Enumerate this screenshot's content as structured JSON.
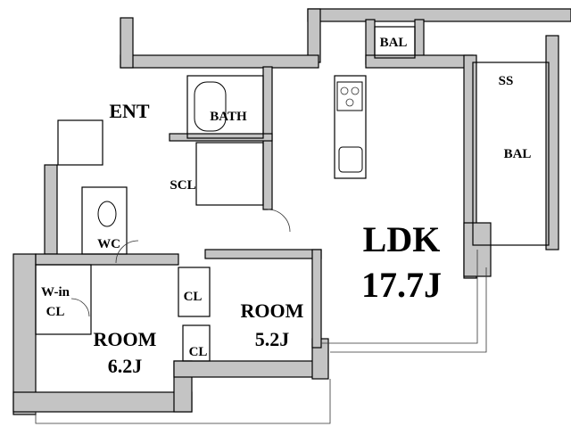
{
  "rooms": {
    "bal_top": "BAL",
    "ss": "SS",
    "bal_right": "BAL",
    "ent": "ENT",
    "bath": "BATH",
    "scl": "SCL",
    "wc": "WC",
    "win_cl_1": "W-in",
    "win_cl_2": "CL",
    "cl_1": "CL",
    "cl_2": "CL",
    "room1_name": "ROOM",
    "room1_size": "5.2J",
    "room2_name": "ROOM",
    "room2_size": "6.2J",
    "ldk_name": "LDK",
    "ldk_size": "17.7J"
  },
  "colors": {
    "wall": "#c4c4c4",
    "line": "#000000"
  }
}
